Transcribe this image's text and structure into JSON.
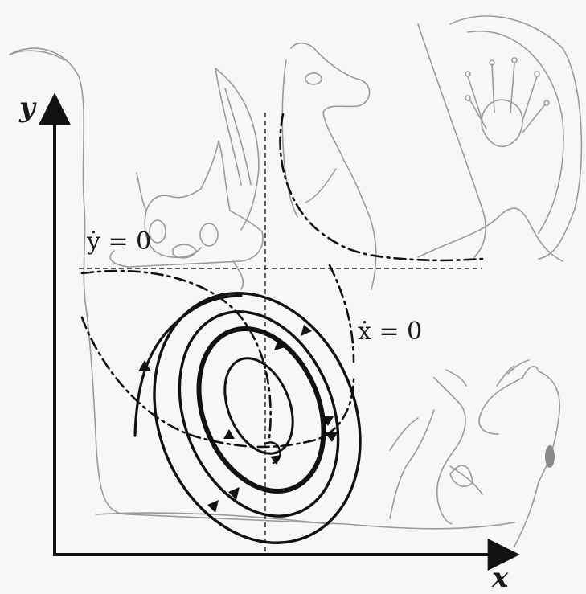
{
  "axes": {
    "x_label": "x",
    "y_label": "y"
  },
  "nullclines": {
    "y_dot_label": "ẏ = 0",
    "x_dot_label": "ẋ = 0"
  },
  "colors": {
    "ink": "#111111",
    "pencil": "#9a9a9a",
    "paper": "#f7f7f7"
  },
  "decorations": [
    "cat-sketch",
    "bird-tail-sketch",
    "goat-head-sketch",
    "flower-sketch",
    "dancing-fox-sketch",
    "rooster-sketch"
  ]
}
